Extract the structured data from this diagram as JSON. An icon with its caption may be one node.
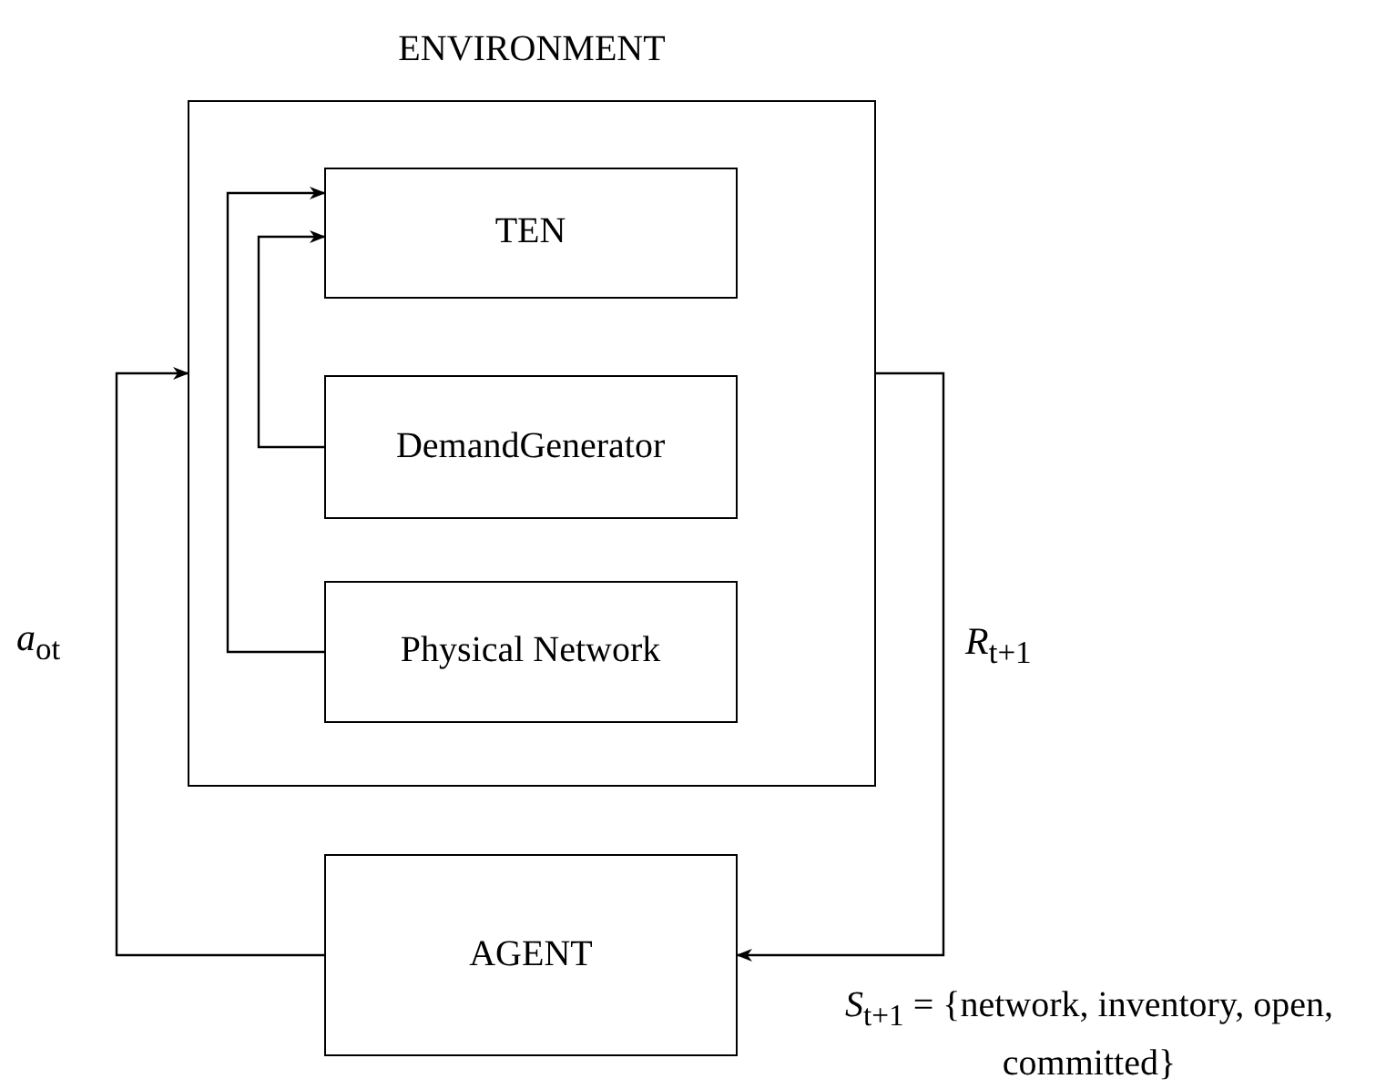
{
  "diagram": {
    "nodes": [
      {
        "text": [
          "ENVIRONMENT"
        ]
      },
      {
        "text": [
          "TEN"
        ],
        "in": 0
      },
      {
        "text": [
          "DemandGenerator"
        ],
        "in": 0
      },
      {
        "text": [
          "Physical Network"
        ],
        "in": 0
      },
      {
        "text": [
          "AGENT"
        ]
      }
    ],
    "edges": [
      {
        "from": 3,
        "to": 1,
        "arrow": "to"
      },
      {
        "from": 2,
        "to": 1,
        "arrow": "to"
      },
      {
        "from": 4,
        "to": 0,
        "arrow": "to",
        "label": "*a*$_{o}$$_{t}$"
      },
      {
        "from": 0,
        "to": 4,
        "arrow": "to",
        "label": "*R*$_{t+1}$"
      }
    ],
    "labels": [
      "*S*$_{t+1}$ = {network, inventory, open, committed}"
    ]
  }
}
